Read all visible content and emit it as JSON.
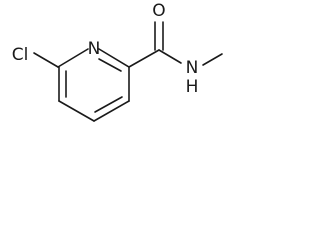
{
  "molecule": {
    "atoms": {
      "chlorine": "Cl",
      "ring_nitrogen": "N",
      "oxygen": "O",
      "amide_nitrogen": "N",
      "amide_hydrogen": "H"
    }
  }
}
